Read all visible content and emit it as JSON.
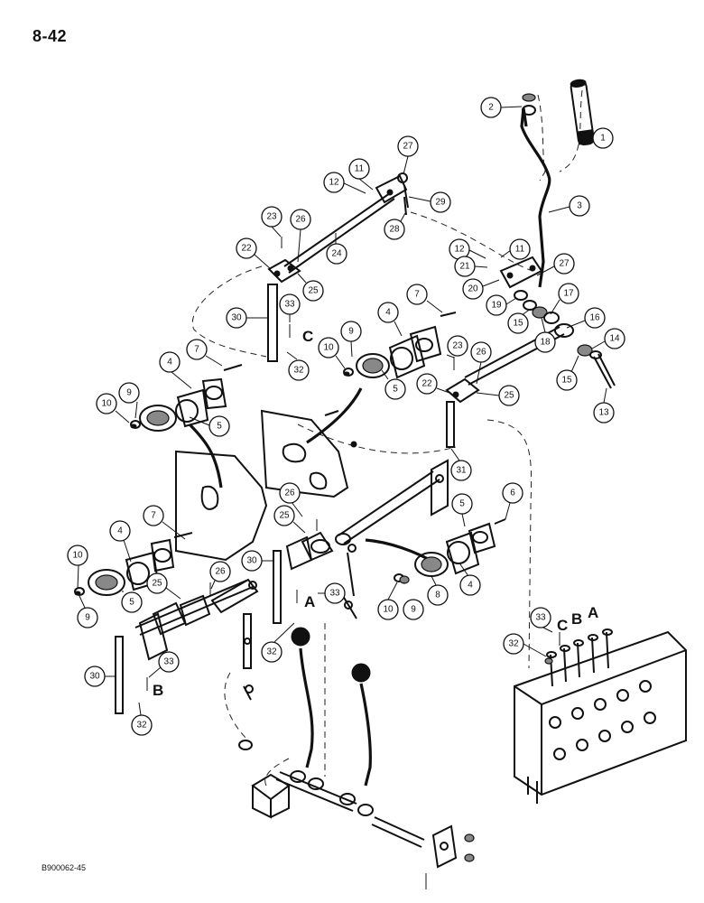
{
  "page": {
    "number": "8-42",
    "figure_code": "B900062-45"
  },
  "letters": {
    "a": "A",
    "b": "B",
    "c": "C"
  },
  "callouts": [
    {
      "label": "1"
    },
    {
      "label": "2"
    },
    {
      "label": "3"
    },
    {
      "label": "27"
    },
    {
      "label": "11"
    },
    {
      "label": "12"
    },
    {
      "label": "29"
    },
    {
      "label": "28"
    },
    {
      "label": "23"
    },
    {
      "label": "26"
    },
    {
      "label": "22"
    },
    {
      "label": "24"
    },
    {
      "label": "25"
    },
    {
      "label": "12"
    },
    {
      "label": "11"
    },
    {
      "label": "21"
    },
    {
      "label": "27"
    },
    {
      "label": "20"
    },
    {
      "label": "7"
    },
    {
      "label": "19"
    },
    {
      "label": "17"
    },
    {
      "label": "15"
    },
    {
      "label": "18"
    },
    {
      "label": "16"
    },
    {
      "label": "14"
    },
    {
      "label": "30"
    },
    {
      "label": "33"
    },
    {
      "label": "4"
    },
    {
      "label": "9"
    },
    {
      "label": "10"
    },
    {
      "label": "32"
    },
    {
      "label": "7"
    },
    {
      "label": "4"
    },
    {
      "label": "5"
    },
    {
      "label": "23"
    },
    {
      "label": "26"
    },
    {
      "label": "22"
    },
    {
      "label": "25"
    },
    {
      "label": "15"
    },
    {
      "label": "13"
    },
    {
      "label": "9"
    },
    {
      "label": "10"
    },
    {
      "label": "5"
    },
    {
      "label": "31"
    },
    {
      "label": "26"
    },
    {
      "label": "6"
    },
    {
      "label": "7"
    },
    {
      "label": "25"
    },
    {
      "label": "5"
    },
    {
      "label": "30"
    },
    {
      "label": "4"
    },
    {
      "label": "10"
    },
    {
      "label": "26"
    },
    {
      "label": "25"
    },
    {
      "label": "33"
    },
    {
      "label": "9"
    },
    {
      "label": "8"
    },
    {
      "label": "10"
    },
    {
      "label": "4"
    },
    {
      "label": "9"
    },
    {
      "label": "5"
    },
    {
      "label": "33"
    },
    {
      "label": "32"
    },
    {
      "label": "32"
    },
    {
      "label": "30"
    },
    {
      "label": "33"
    },
    {
      "label": "32"
    }
  ]
}
